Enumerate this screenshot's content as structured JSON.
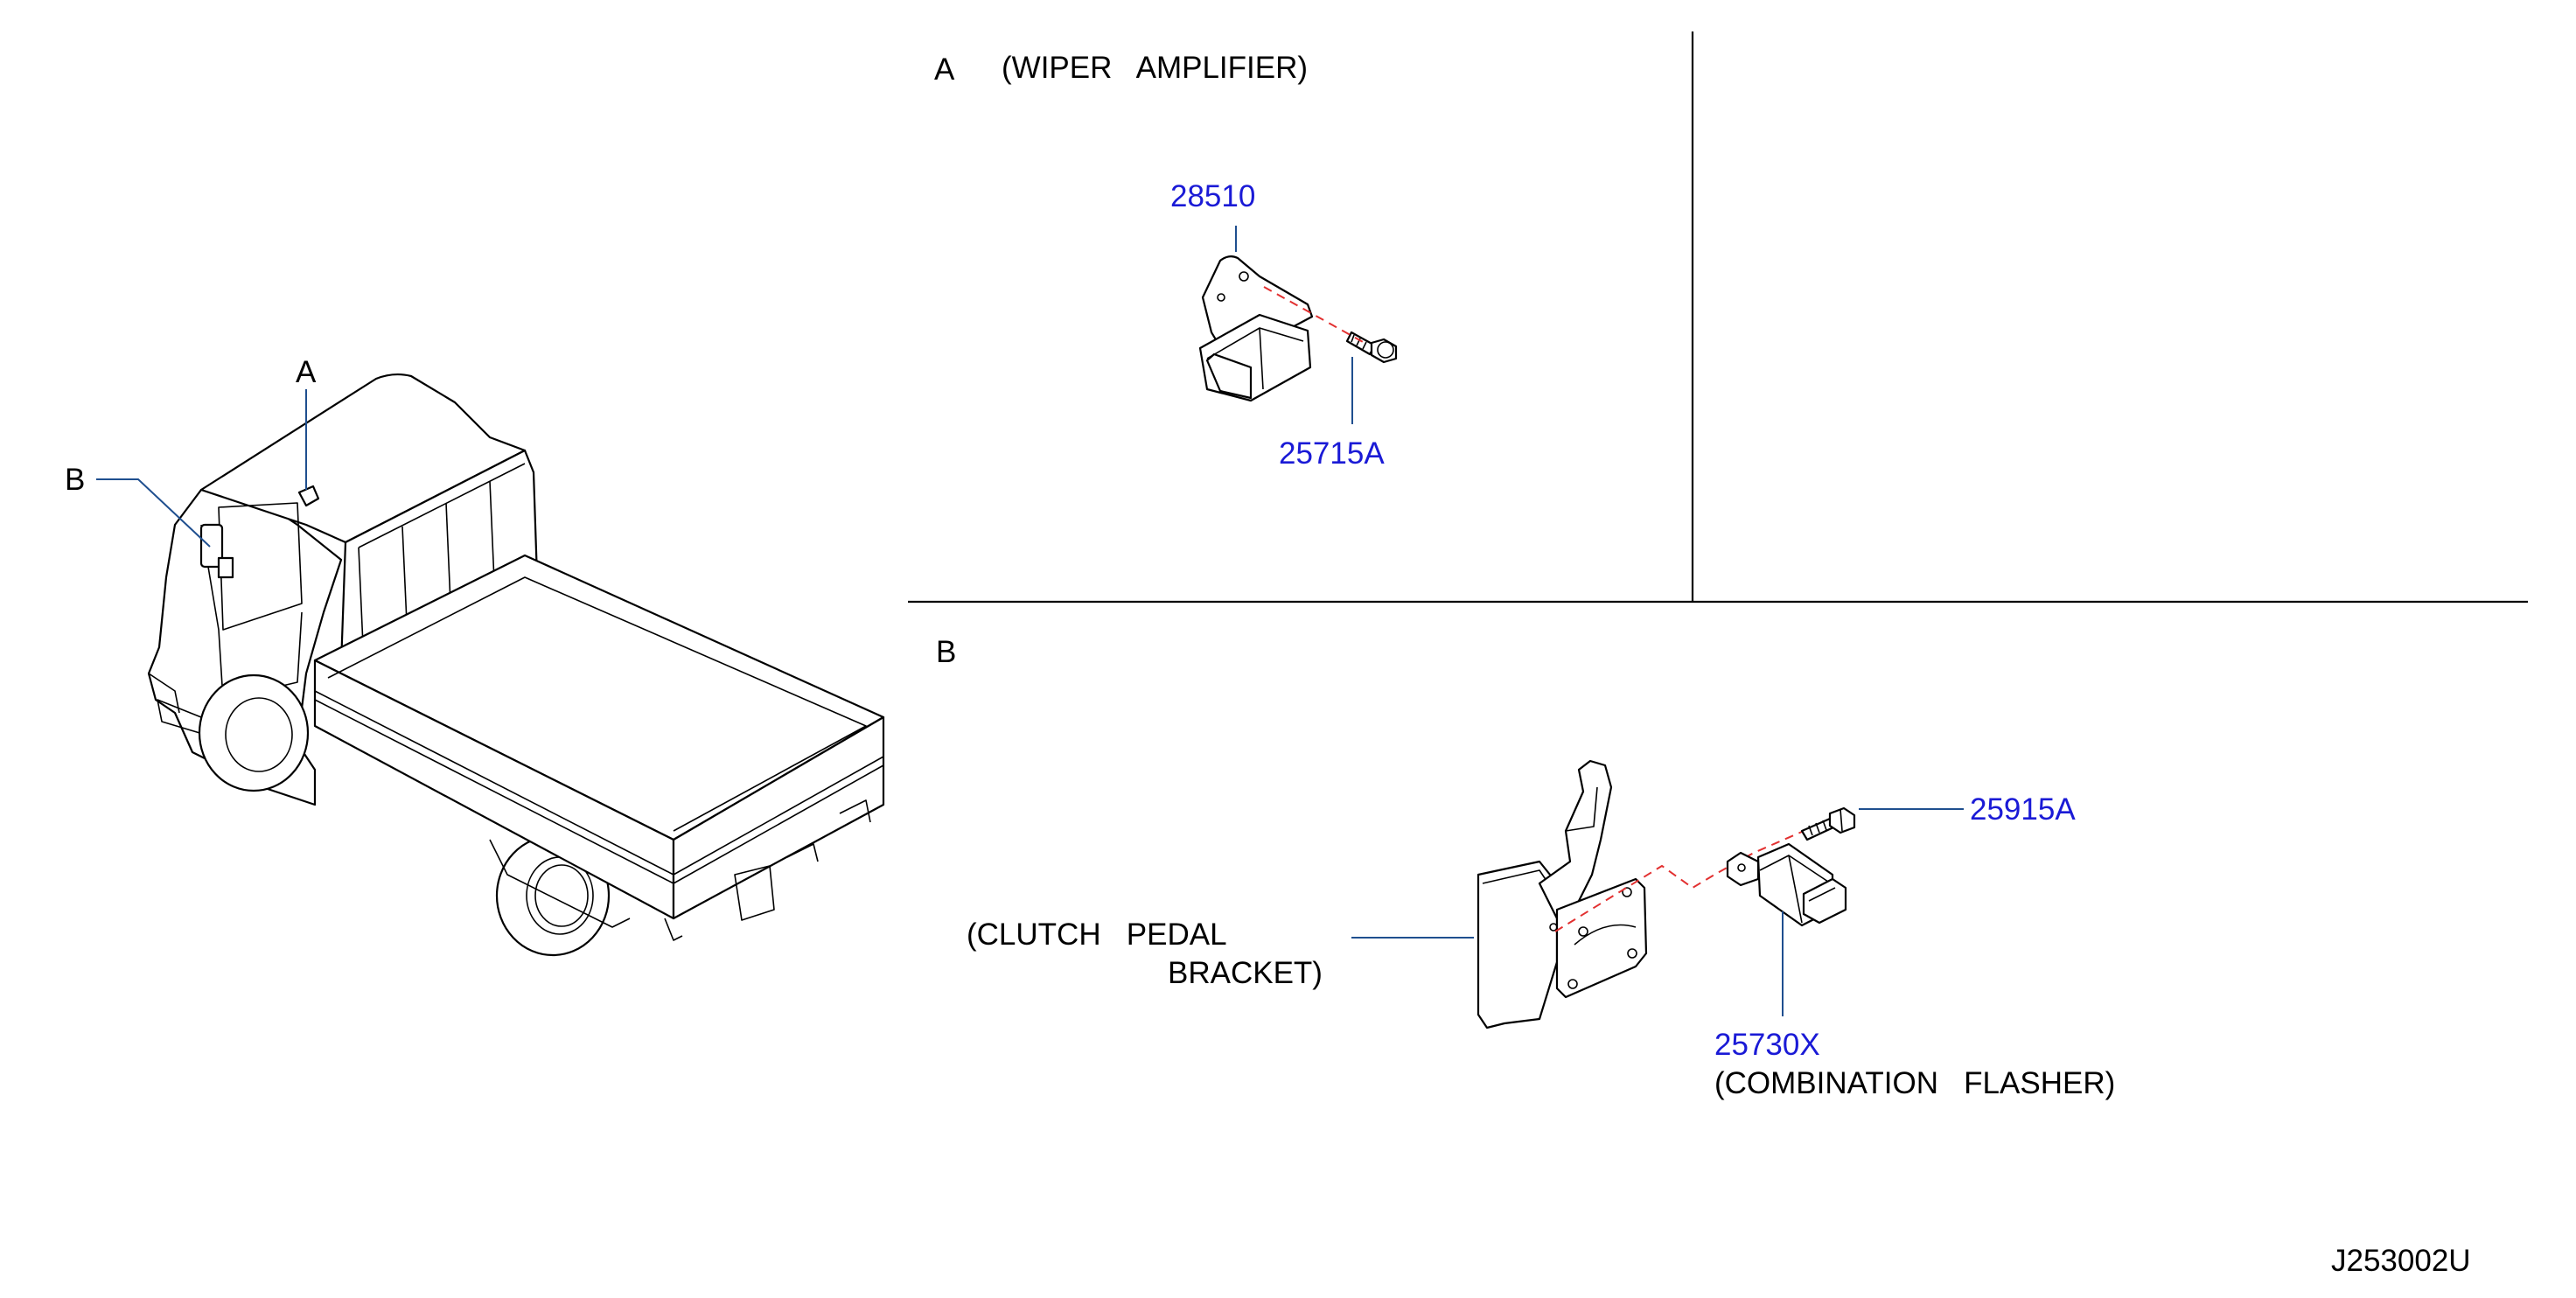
{
  "overview": {
    "callout_a": "A",
    "callout_b": "B"
  },
  "section_a": {
    "letter": "A",
    "title": "(WIPER   AMPLIFIER)",
    "parts": {
      "amplifier": "28510",
      "bolt": "25715A"
    }
  },
  "section_b": {
    "letter": "B",
    "bracket_line1": "(CLUTCH   PEDAL",
    "bracket_line2": "BRACKET)",
    "parts": {
      "bolt": "25915A",
      "flasher": "25730X",
      "flasher_desc": "(COMBINATION   FLASHER)"
    }
  },
  "drawing_id": "J253002U",
  "colors": {
    "part_number": "#1a1ad6",
    "leader": "#1f4f8f",
    "centerline": "#e23030"
  }
}
